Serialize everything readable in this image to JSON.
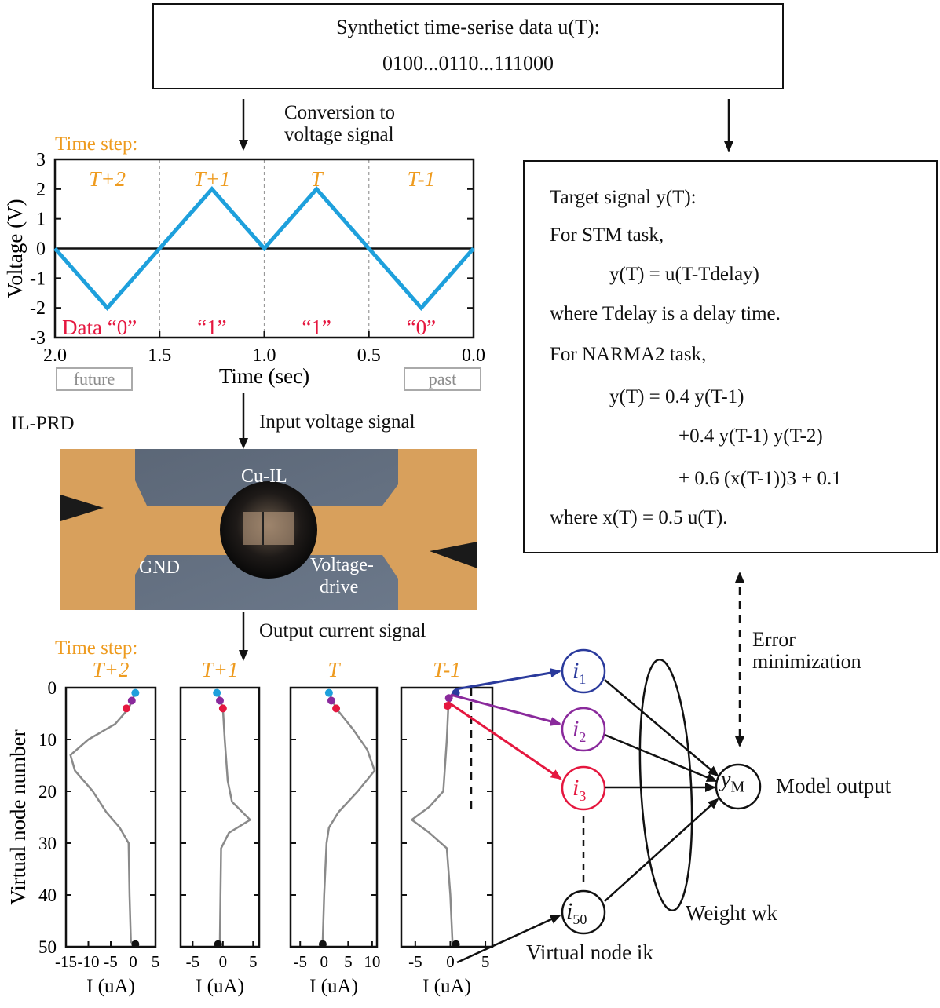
{
  "top_box": {
    "line1": "Synthetict time-serise data u(T):",
    "line2": "0100...0110...111000"
  },
  "conversion_label": [
    "Conversion to",
    "voltage signal"
  ],
  "voltage_chart": {
    "time_step_label": "Time step:",
    "step_labels": [
      "T+2",
      "T+1",
      "T",
      "T-1"
    ],
    "data_labels": [
      "Data “0”",
      "“1”",
      "“1”",
      "“0”"
    ],
    "ylabel": "Voltage  (V)",
    "xlabel": "Time (sec)",
    "x_ticks": [
      "2.0",
      "1.5",
      "1.0",
      "0.5",
      "0.0"
    ],
    "y_ticks": [
      "3",
      "2",
      "1",
      "0",
      "-1",
      "-2",
      "-3"
    ],
    "future_tag": "future",
    "past_tag": "past"
  },
  "input_label": "Input voltage signal",
  "device": {
    "name": "IL-PRD",
    "cu_il": "Cu-IL",
    "gnd": "GND",
    "voltage_drive": [
      "Voltage-",
      "drive"
    ]
  },
  "output_label": "Output current signal",
  "current_charts": {
    "time_step_label": "Time step:",
    "step_labels": [
      "T+2",
      "T+1",
      "T",
      "T-1"
    ],
    "ylabel": "Virtual node number",
    "y_ticks": [
      "0",
      "10",
      "20",
      "30",
      "40",
      "50"
    ],
    "x_ticks": [
      [
        "-15",
        "-10",
        "-5",
        "0",
        "5"
      ],
      [
        "-5",
        "0",
        "5"
      ],
      [
        "-5",
        "0",
        "5",
        "10"
      ],
      [
        "-5",
        "0",
        "5"
      ]
    ],
    "xlabel": "I (uA)"
  },
  "target_box": {
    "lines": [
      "Target signal y(T):",
      "For STM task,",
      "y(T) = u(T-Tdelay)",
      "where Tdelay is a delay time.",
      "For NARMA2 task,",
      "y(T) = 0.4 y(T-1)",
      "+0.4 y(T-1) y(T-2)",
      "+ 0.6 (x(T-1))3 + 0.1",
      "where  x(T) = 0.5 u(T)."
    ]
  },
  "network": {
    "nodes": [
      "i1",
      "i2",
      "i3",
      "i50"
    ],
    "node_colors": [
      "#2a3a9c",
      "#8a2a9c",
      "#e5173f",
      "#111111"
    ],
    "output_node": "yM",
    "model_output": "Model output",
    "weight_label": "Weight wk",
    "virtual_node_label": "Virtual node ik",
    "error_label": [
      "Error",
      "minimization"
    ]
  },
  "chart_data": [
    {
      "type": "line",
      "title": "",
      "xlabel": "Time (sec)",
      "ylabel": "Voltage  (V)",
      "xlim": [
        2.0,
        0.0
      ],
      "ylim": [
        -3,
        3
      ],
      "x": [
        2.0,
        1.75,
        1.5,
        1.25,
        1.0,
        0.75,
        0.5,
        0.25,
        0.0
      ],
      "values": [
        0,
        -2,
        0,
        2,
        0,
        2,
        0,
        -2,
        0
      ],
      "series_color": "#1ea0dc"
    },
    {
      "type": "line",
      "panel": "T+2",
      "xlabel": "I (uA)",
      "ylabel": "Virtual node number",
      "xlim": [
        -15,
        5
      ],
      "ylim": [
        50,
        0
      ],
      "points": [
        [
          0.5,
          1
        ],
        [
          0,
          2
        ],
        [
          -1,
          4
        ],
        [
          -4,
          7
        ],
        [
          -10,
          10
        ],
        [
          -14,
          13
        ],
        [
          -13,
          16
        ],
        [
          -9,
          20
        ],
        [
          -6,
          24
        ],
        [
          -3,
          27
        ],
        [
          -1,
          30
        ],
        [
          -0.8,
          40
        ],
        [
          -0.5,
          49
        ],
        [
          0.5,
          50
        ]
      ],
      "markers": [
        [
          0.5,
          1,
          "#1ea0dc"
        ],
        [
          -0.3,
          2.5,
          "#8a2a9c"
        ],
        [
          -1.5,
          4,
          "#e5173f"
        ],
        [
          0.5,
          49.5,
          "#111111"
        ]
      ]
    },
    {
      "type": "line",
      "panel": "T+1",
      "xlabel": "I (uA)",
      "ylabel": "",
      "xlim": [
        -7,
        6
      ],
      "ylim": [
        50,
        0
      ],
      "points": [
        [
          -1,
          1
        ],
        [
          -0.5,
          2
        ],
        [
          0,
          4
        ],
        [
          0.3,
          10
        ],
        [
          0.8,
          18
        ],
        [
          1.5,
          22
        ],
        [
          4.5,
          25.5
        ],
        [
          1,
          28
        ],
        [
          -0.3,
          31
        ],
        [
          -0.4,
          40
        ],
        [
          -0.5,
          49
        ],
        [
          -0.8,
          50
        ]
      ],
      "markers": [
        [
          -1,
          1,
          "#1ea0dc"
        ],
        [
          -0.5,
          2.5,
          "#8a2a9c"
        ],
        [
          0,
          4,
          "#e5173f"
        ],
        [
          -0.8,
          49.5,
          "#111111"
        ]
      ]
    },
    {
      "type": "line",
      "panel": "T",
      "xlabel": "I (uA)",
      "ylabel": "",
      "xlim": [
        -7,
        11
      ],
      "ylim": [
        50,
        0
      ],
      "points": [
        [
          1,
          1
        ],
        [
          1.5,
          2
        ],
        [
          2.5,
          4
        ],
        [
          6,
          8
        ],
        [
          9,
          12
        ],
        [
          10.5,
          16
        ],
        [
          7,
          20
        ],
        [
          3,
          24
        ],
        [
          1,
          27
        ],
        [
          0.5,
          30
        ],
        [
          0,
          40
        ],
        [
          -0.3,
          49
        ],
        [
          -0.3,
          50
        ]
      ],
      "markers": [
        [
          1,
          1,
          "#1ea0dc"
        ],
        [
          1.5,
          2.5,
          "#8a2a9c"
        ],
        [
          2.5,
          4,
          "#e5173f"
        ],
        [
          -0.3,
          49.5,
          "#111111"
        ]
      ]
    },
    {
      "type": "line",
      "panel": "T-1",
      "xlabel": "I (uA)",
      "ylabel": "",
      "xlim": [
        -7,
        6
      ],
      "ylim": [
        50,
        0
      ],
      "points": [
        [
          0.8,
          1
        ],
        [
          0,
          2
        ],
        [
          -0.3,
          4
        ],
        [
          -0.5,
          10
        ],
        [
          -1,
          20
        ],
        [
          -3,
          23
        ],
        [
          -5.5,
          25.5
        ],
        [
          -3,
          28
        ],
        [
          -0.5,
          31
        ],
        [
          0,
          40
        ],
        [
          0.3,
          49
        ],
        [
          0.8,
          50
        ]
      ],
      "markers": [
        [
          0.8,
          1,
          "#2a3a9c"
        ],
        [
          -0.2,
          2,
          "#8a2a9c"
        ],
        [
          -0.4,
          3.5,
          "#e5173f"
        ],
        [
          0.8,
          49.5,
          "#111111"
        ]
      ]
    }
  ]
}
